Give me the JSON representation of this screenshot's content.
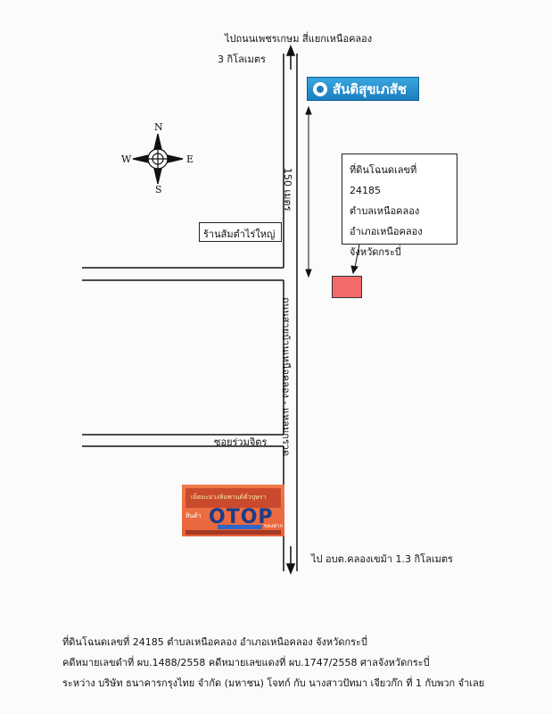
{
  "labels": {
    "north_dir_line1": "ไปถนนเพชรเกษม สี่แยกเหนือคลอง",
    "north_dir_line2": "3 กิโลเมตร",
    "south_dir": "ไป อบต.คลองเขม้า 1.3 กิโลเมตร",
    "distance": "150 เมตร",
    "main_road": "ถนนสายบ้านเหนือคลอง - แหลมกรวด",
    "side_road_lower": "ซอยร่วมจิตร",
    "shop": "ร้านส้มตำไร่ใหญ่"
  },
  "compass": {
    "n": "N",
    "s": "S",
    "e": "E",
    "w": "W"
  },
  "parcel_box": {
    "line1": "ที่ดินโฉนดเลขที่ 24185",
    "line2": "ตำบลเหนือคลอง",
    "line3": "อำเภอเหนือคลอง",
    "line4": "จังหวัดกระบี่"
  },
  "santi_sign": {
    "text": "สันติสุขเภสัช"
  },
  "otop_sign": {
    "top_text": "เม็ดมะม่วงหิมพานต์คั่วบุษรา",
    "brand": "OTOP",
    "sub": "สินค้า",
    "right": "ของฝาก"
  },
  "footer": {
    "line1": "ที่ดินโฉนดเลขที่ 24185  ตำบลเหนือคลอง  อำเภอเหนือคลอง  จังหวัดกระบี่",
    "line2": "คดีหมายเลขดำที่ ผบ.1488/2558  คดีหมายเลขแดงที่ ผบ.1747/2558  ศาลจังหวัดกระบี่",
    "line3": "ระหว่าง บริษัท ธนาคารกรุงไทย จำกัด (มหาชน) โจทก์ กับ นางสาวปัทมา เจียวก๊ก ที่ 1 กับพวก  จำเลย"
  },
  "colors": {
    "parcel": "#f26a6a",
    "sign": "#1b7fc1",
    "otop": "#e9623a"
  }
}
